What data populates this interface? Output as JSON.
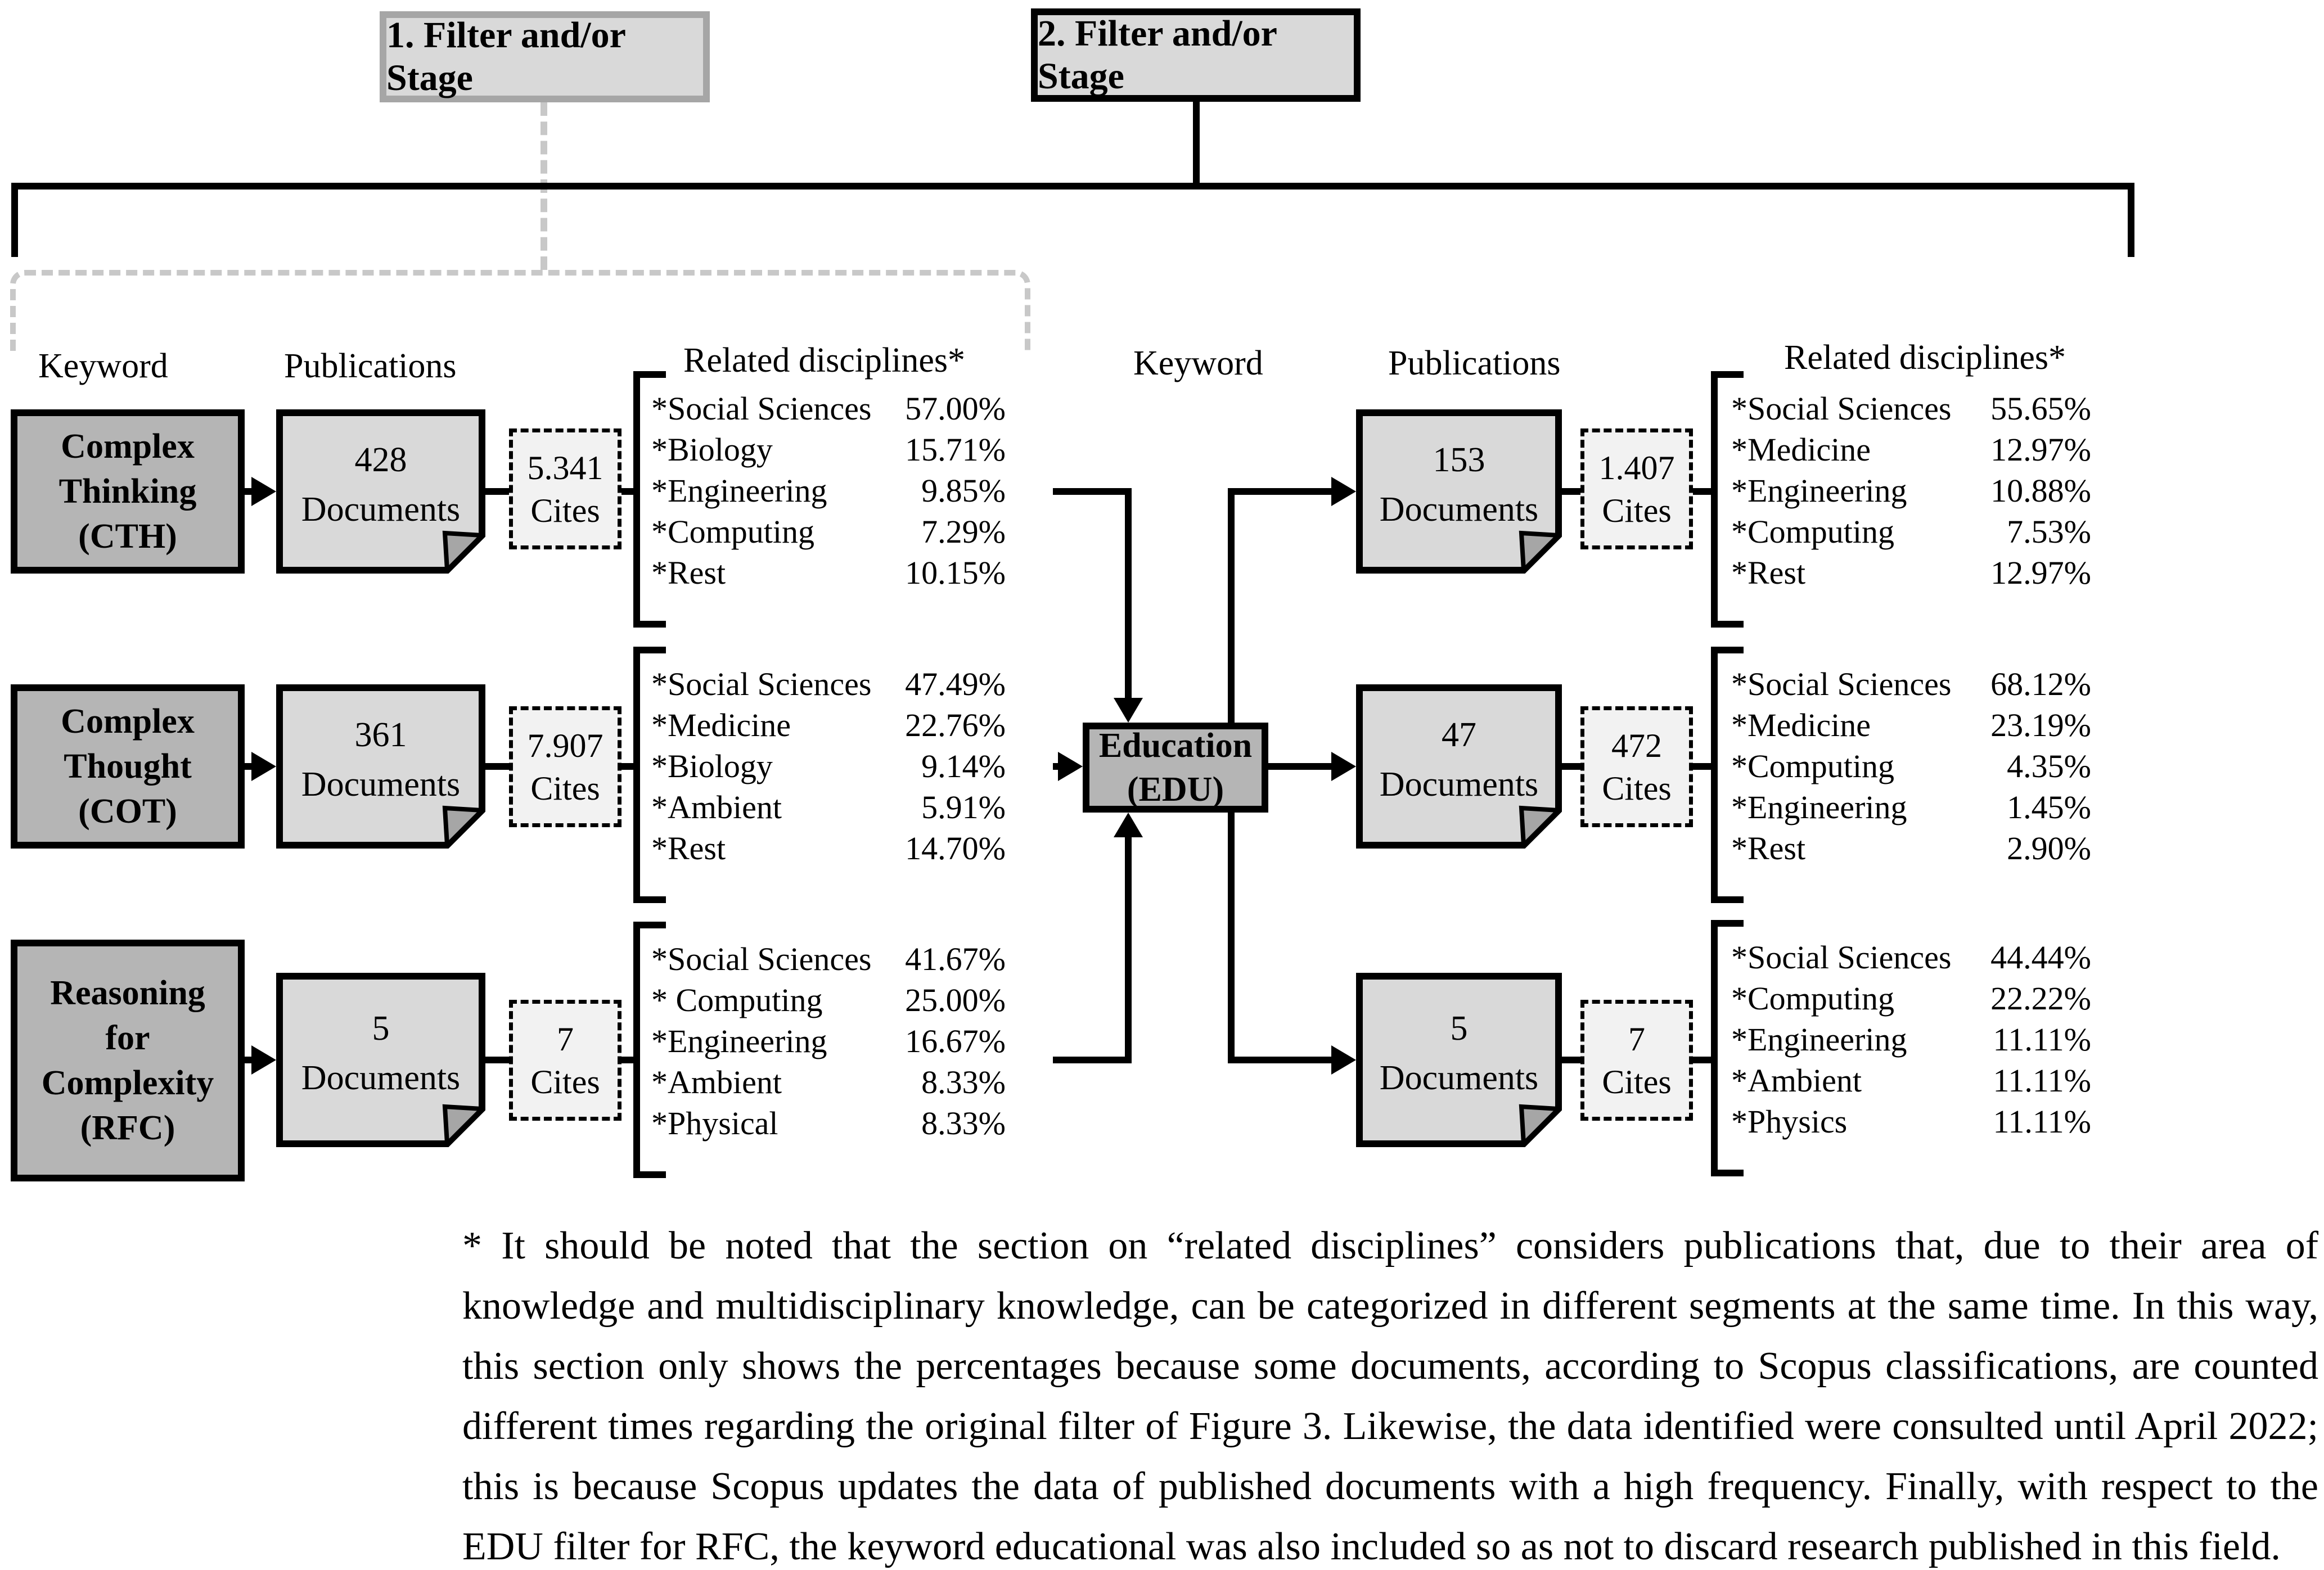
{
  "stage1_label": "1. Filter and/or Stage",
  "stage2_label": "2. Filter and/or Stage",
  "headers": {
    "left": {
      "keyword": "Keyword",
      "publications": "Publications",
      "related": "Related disciplines*"
    },
    "right": {
      "keyword": "Keyword",
      "publications": "Publications",
      "related": "Related disciplines*"
    }
  },
  "edu": {
    "line1": "Education",
    "line2": "(EDU)"
  },
  "left_rows": [
    {
      "keyword_lines": [
        "Complex",
        "Thinking",
        "(CTH)"
      ],
      "documents_value": "428",
      "documents_label": "Documents",
      "cites_value": "5.341",
      "cites_label": "Cites",
      "disciplines": [
        {
          "label": "*Social Sciences",
          "value": "57.00%"
        },
        {
          "label": "*Biology",
          "value": "15.71%"
        },
        {
          "label": "*Engineering",
          "value": "9.85%"
        },
        {
          "label": "*Computing",
          "value": "7.29%"
        },
        {
          "label": "*Rest",
          "value": "10.15%"
        }
      ]
    },
    {
      "keyword_lines": [
        "Complex",
        "Thought",
        "(COT)"
      ],
      "documents_value": "361",
      "documents_label": "Documents",
      "cites_value": "7.907",
      "cites_label": "Cites",
      "disciplines": [
        {
          "label": "*Social Sciences",
          "value": "47.49%"
        },
        {
          "label": "*Medicine",
          "value": "22.76%"
        },
        {
          "label": "*Biology",
          "value": "9.14%"
        },
        {
          "label": "*Ambient",
          "value": "5.91%"
        },
        {
          "label": "*Rest",
          "value": "14.70%"
        }
      ]
    },
    {
      "keyword_lines": [
        "Reasoning",
        "for",
        "Complexity",
        "(RFC)"
      ],
      "documents_value": "5",
      "documents_label": "Documents",
      "cites_value": "7",
      "cites_label": "Cites",
      "disciplines": [
        {
          "label": "*Social Sciences",
          "value": "41.67%"
        },
        {
          "label": "* Computing",
          "value": "25.00%"
        },
        {
          "label": "*Engineering",
          "value": "16.67%"
        },
        {
          "label": "*Ambient",
          "value": "8.33%"
        },
        {
          "label": "*Physical",
          "value": "8.33%"
        }
      ]
    }
  ],
  "right_rows": [
    {
      "documents_value": "153",
      "documents_label": "Documents",
      "cites_value": "1.407",
      "cites_label": "Cites",
      "disciplines": [
        {
          "label": "*Social Sciences",
          "value": "55.65%"
        },
        {
          "label": "*Medicine",
          "value": "12.97%"
        },
        {
          "label": "*Engineering",
          "value": "10.88%"
        },
        {
          "label": "*Computing",
          "value": "7.53%"
        },
        {
          "label": "*Rest",
          "value": "12.97%"
        }
      ]
    },
    {
      "documents_value": "47",
      "documents_label": "Documents",
      "cites_value": "472",
      "cites_label": "Cites",
      "disciplines": [
        {
          "label": "*Social Sciences",
          "value": "68.12%"
        },
        {
          "label": "*Medicine",
          "value": "23.19%"
        },
        {
          "label": "*Computing",
          "value": "4.35%"
        },
        {
          "label": "*Engineering",
          "value": "1.45%"
        },
        {
          "label": "*Rest",
          "value": "2.90%"
        }
      ]
    },
    {
      "documents_value": "5",
      "documents_label": "Documents",
      "cites_value": "7",
      "cites_label": "Cites",
      "disciplines": [
        {
          "label": "*Social Sciences",
          "value": "44.44%"
        },
        {
          "label": "*Computing",
          "value": "22.22%"
        },
        {
          "label": "*Engineering",
          "value": "11.11%"
        },
        {
          "label": "*Ambient",
          "value": "11.11%"
        },
        {
          "label": "*Physics",
          "value": "11.11%"
        }
      ]
    }
  ],
  "footnote": "* It should be noted that the section on “related disciplines” considers publications that, due to their area of knowledge and multidisciplinary knowledge, can be categorized in different segments at the same time. In this way, this section only shows the percentages because some documents, according to Scopus classifications, are counted different times regarding the original filter of Figure 3. Likewise, the data identified were consulted until April 2022; this is because Scopus updates the data of published documents with a high frequency. Finally, with respect to the EDU filter for RFC, the keyword educational was also included so as not to discard research published in this field.",
  "colors": {
    "box_light": "#d9d9d9",
    "box_medium": "#b5b5b5",
    "box_pale": "#f2f2f2",
    "stage1_border": "#a6a6a6",
    "dashed_guide": "#c8c8c8",
    "fold": "#a6a6a6",
    "line": "#000000"
  }
}
